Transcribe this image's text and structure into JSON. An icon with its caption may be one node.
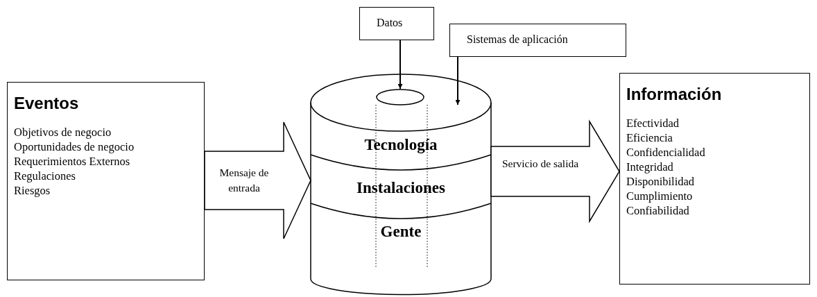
{
  "diagram": {
    "nodes": [
      {
        "text": [
          "Eventos",
          "Objetivos de negocio",
          "Oportunidades de negocio",
          "Requerimientos Externos",
          "Regulaciones",
          "Riesgos"
        ]
      },
      {
        "text": [
          "Datos"
        ]
      },
      {
        "text": [
          "Sistemas de  aplicación"
        ]
      },
      {
        "text": [
          "Tecnología",
          "Instalaciones",
          "Gente"
        ]
      },
      {
        "text": [],
        "shape": "ellipse",
        "in": 3
      },
      {
        "text": [
          "Información",
          "Efectividad",
          "Eficiencia",
          "Confidencialidad",
          "Integridad",
          "Disponibilidad",
          "Cumplimiento",
          "Confiabilidad"
        ]
      }
    ],
    "edges": [
      {
        "from": 1,
        "to": 4,
        "arrow": "to"
      },
      {
        "from": 2,
        "to": 3,
        "arrow": "to"
      },
      {
        "from": 0,
        "to": 3,
        "arrow": "to",
        "label": "Mensaje de entrada",
        "style": "thick"
      },
      {
        "from": 3,
        "to": 5,
        "arrow": "to",
        "label": "Servicio de salida",
        "style": "thick"
      }
    ]
  }
}
